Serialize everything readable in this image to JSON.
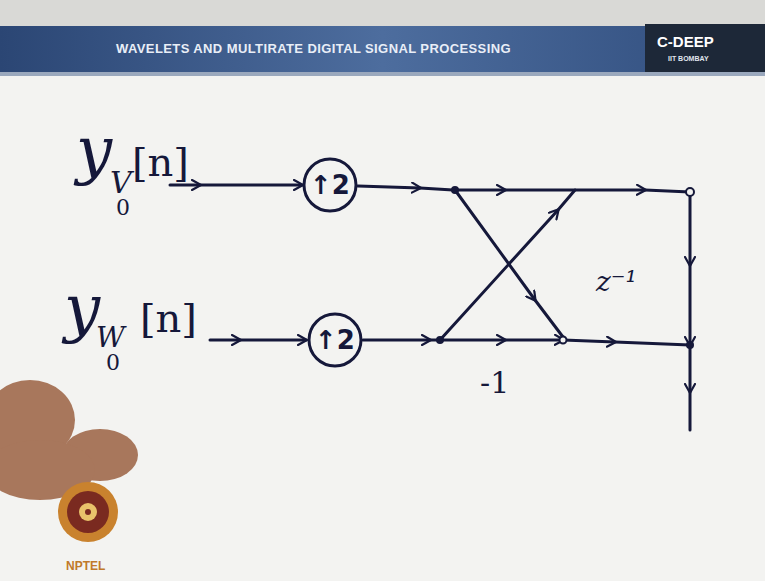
{
  "diagram": {
    "title": "WAVELETS AND MULTIRATE DIGITAL SIGNAL PROCESSING",
    "nodes": [
      {
        "text": [
          "↑2"
        ]
      },
      {
        "text": [
          "↑2"
        ]
      }
    ],
    "labels": [
      "C-DEEP",
      "IIT BOMBAY",
      "y",
      "V",
      "0",
      "[n]",
      "y",
      "W",
      "0",
      "[n]",
      "z⁻¹",
      "-1",
      "NPTEL"
    ]
  }
}
